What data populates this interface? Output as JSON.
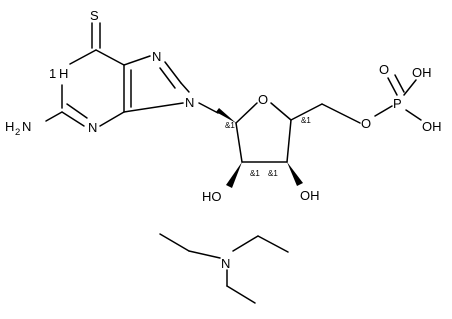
{
  "atoms": {
    "S": "S",
    "NH_ring": "1",
    "NH_ring_suffix": "H",
    "N_left": "N",
    "N_top": "N",
    "N9": "N",
    "NH2_left": "H",
    "NH2_sub": "2",
    "NH2_N": "N",
    "O_ring": "O",
    "O_ester": "O",
    "P": "P",
    "O_double": "O",
    "OH_top": "OH",
    "OH_right": "OH",
    "HO_c2": "HO",
    "OH_c3": "OH",
    "N_amine": "N"
  },
  "stereo_labels": [
    "&1",
    "&1",
    "&1",
    "&1"
  ]
}
